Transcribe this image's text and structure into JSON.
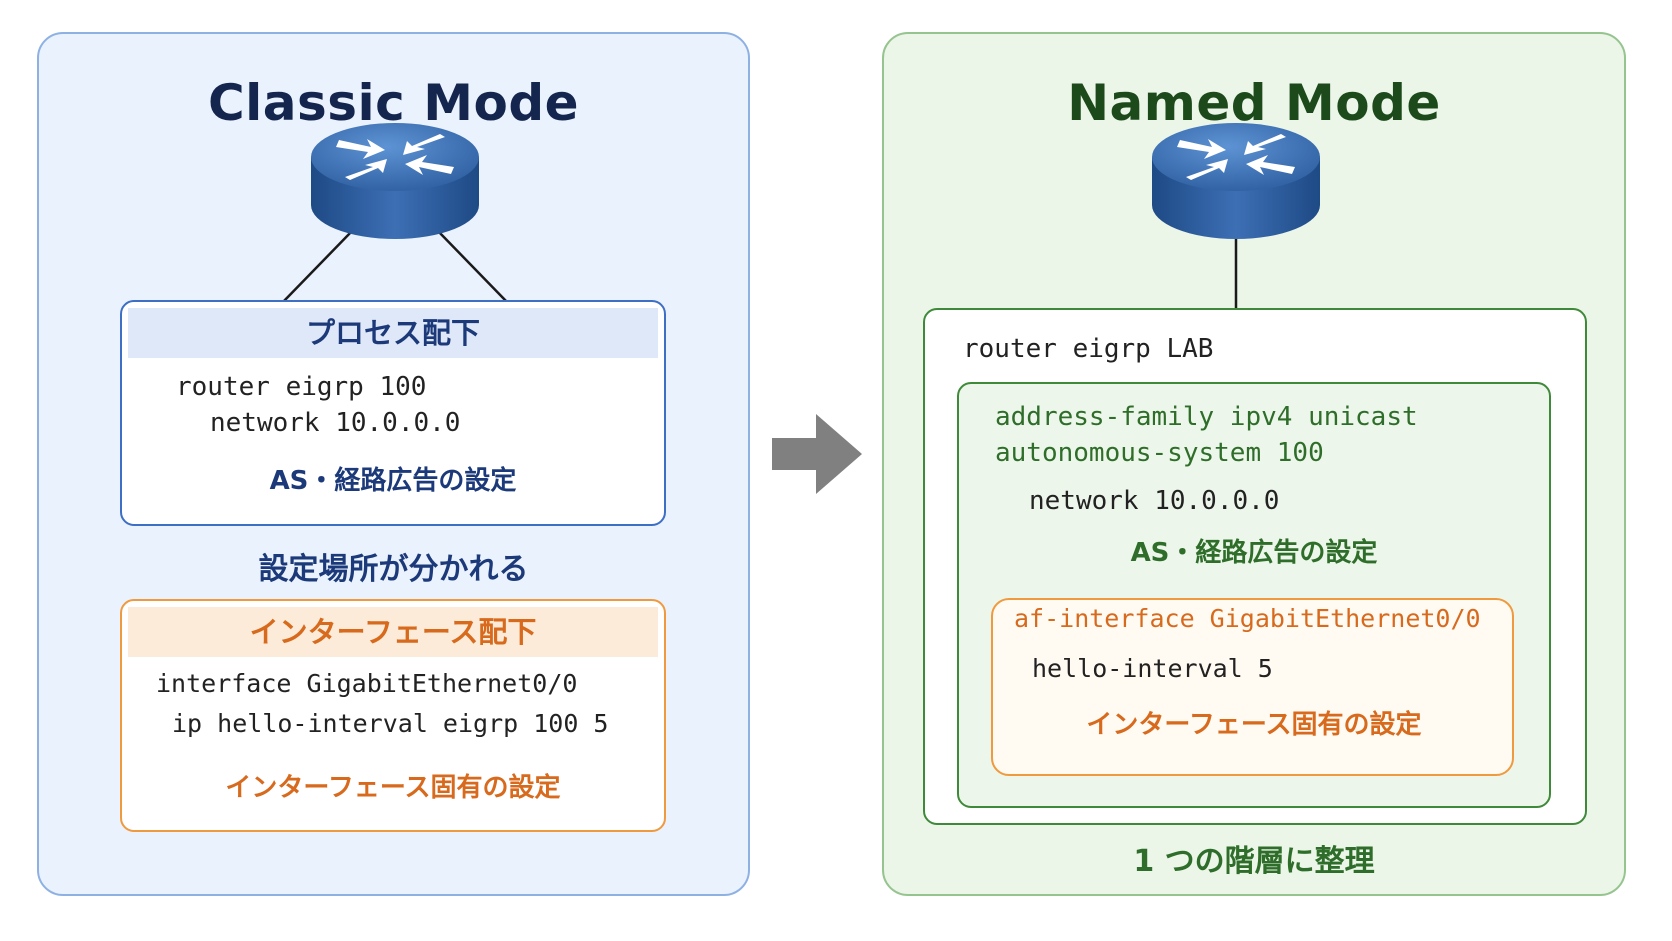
{
  "classic": {
    "title": "Classic Mode",
    "process_box": {
      "header": "プロセス配下",
      "line1": "router eigrp 100",
      "line2": "network 10.0.0.0",
      "note": "AS・経路広告の設定"
    },
    "caption": "設定場所が分かれる",
    "interface_box": {
      "header": "インターフェース配下",
      "line1": "interface GigabitEthernet0/0",
      "line2": "ip hello-interval eigrp 100 5",
      "note": "インターフェース固有の設定"
    }
  },
  "named": {
    "title": "Named Mode",
    "router_line": "router eigrp LAB",
    "af_line1": "address-family ipv4 unicast",
    "af_line2": "autonomous-system 100",
    "network_line": "network 10.0.0.0",
    "af_note": "AS・経路広告の設定",
    "af_interface_line": "af-interface GigabitEthernet0/0",
    "hello_line": "hello-interval 5",
    "af_interface_note": "インターフェース固有の設定",
    "caption": "1 つの階層に整理"
  },
  "icons": {
    "router": "router-icon",
    "arrow": "right-arrow-icon"
  },
  "colors": {
    "classic_accent": "#3d6fc5",
    "named_accent": "#3f8a3a",
    "interface_accent": "#ef9a3e",
    "arrow": "#808080"
  }
}
